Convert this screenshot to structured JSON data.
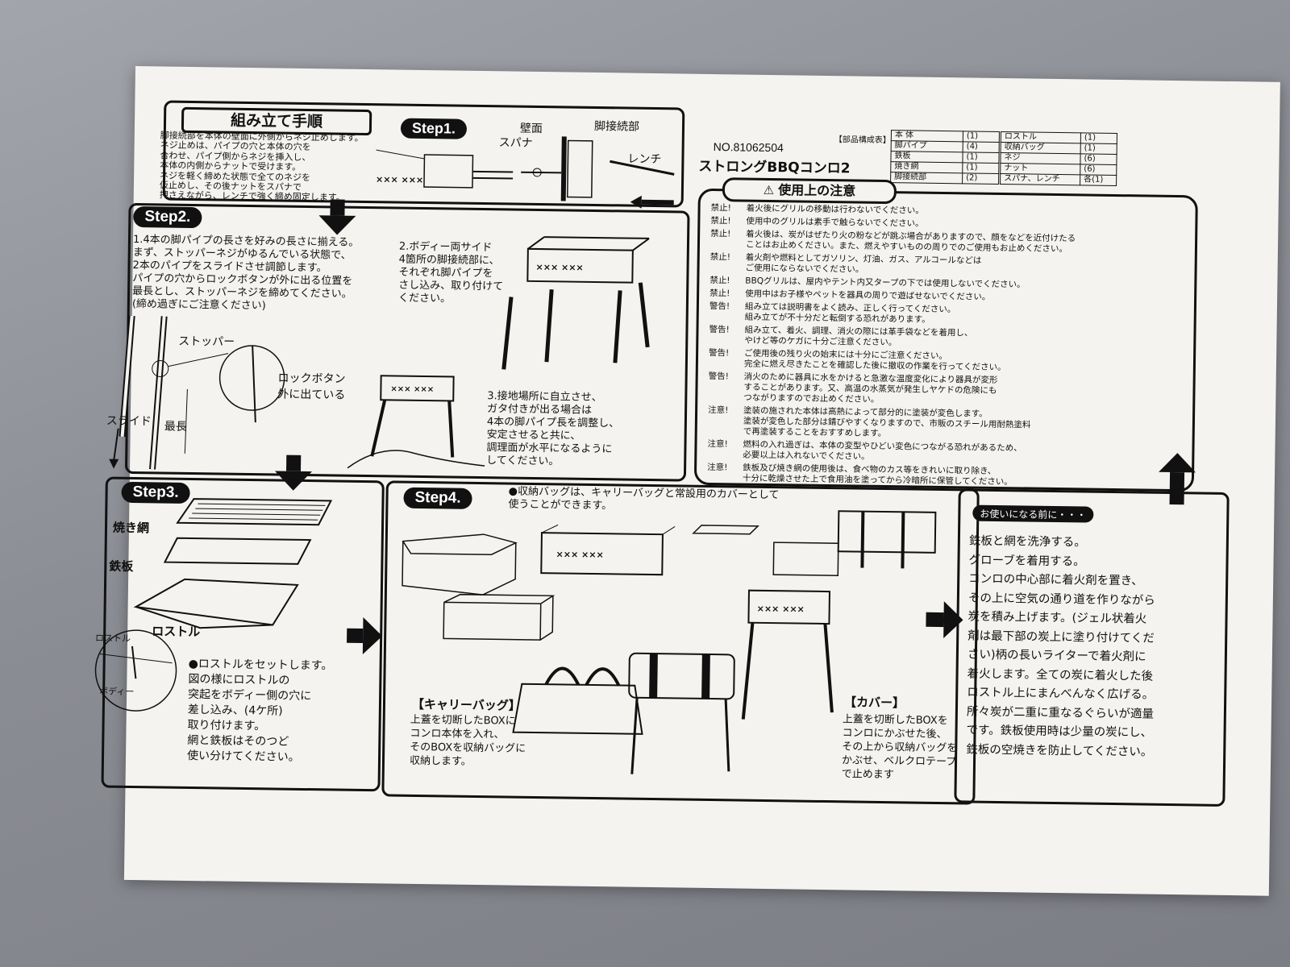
{
  "header": {
    "assembly_title": "組み立て手順",
    "model_no": "NO.81062504",
    "product_name": "ストロングBBQコンロ2"
  },
  "parts_table": {
    "label": "【部品構成表】",
    "left": [
      {
        "name": "本 体",
        "qty": "(1)"
      },
      {
        "name": "脚パイプ",
        "qty": "(4)"
      },
      {
        "name": "鉄板",
        "qty": "(1)"
      },
      {
        "name": "焼き網",
        "qty": "(1)"
      },
      {
        "name": "脚接続部",
        "qty": "(2)"
      }
    ],
    "right": [
      {
        "name": "ロストル",
        "qty": "(1)"
      },
      {
        "name": "収納バッグ",
        "qty": "(1)"
      },
      {
        "name": "ネジ",
        "qty": "(6)"
      },
      {
        "name": "ナット",
        "qty": "(6)"
      },
      {
        "name": "スパナ、レンチ",
        "qty": "各(1)"
      }
    ]
  },
  "step1": {
    "label": "Step1.",
    "text": "脚接続部を本体の壁面に外側からネジ止めします。\nネジ止めは、パイプの穴と本体の穴を\n合わせ、パイプ側からネジを挿入し、\n本体の内側からナットで受けます。\nネジを軽く締めた状態で全てのネジを\n仮止めし、その後ナットをスパナで\n押さえながら、レンチで強く締め固定します。",
    "wall": "壁面",
    "leg_joint": "脚接続部",
    "spanner": "スパナ",
    "wrench": "レンチ"
  },
  "step2": {
    "label": "Step2.",
    "text1": "1.4本の脚パイプの長さを好みの長さに揃える。\nまず、ストッパーネジがゆるんでいる状態で、\n2本のパイプをスライドさせ調節します。\nパイプの穴からロックボタンが外に出る位置を\n最長とし、ストッパーネジを締めてください。\n(締め過ぎにご注意ください)",
    "stopper": "ストッパー",
    "lock_button": "ロックボタン",
    "outside": "外に出ている",
    "slide": "スライド",
    "longest": "最長",
    "text2": "2.ボディー両サイド\n4箇所の脚接続部に、\nそれぞれ脚パイプを\nさし込み、取り付けて\nください。",
    "text3": "3.接地場所に自立させ、\nガタ付きが出る場合は\n4本の脚パイプ長を調整し、\n安定させると共に、\n調理面が水平になるように\nしてください。"
  },
  "step3": {
    "label": "Step3.",
    "grill_net": "焼き網",
    "iron_plate": "鉄板",
    "rostle": "ロストル",
    "rostle_small": "ロストル",
    "body": "ボディー",
    "text": "●ロストルをセットします。\n図の様にロストルの\n突起をボディー側の穴に\n差し込み、(4ケ所)\n取り付けます。\n網と鉄板はそのつど\n使い分けてください。"
  },
  "step4": {
    "label": "Step4.",
    "intro": "●収納バッグは、キャリーバッグと常設用のカバーとして\n使うことができます。",
    "carry_title": "【キャリーバッグ】",
    "carry_text": "上蓋を切断したBOXに\nコンロ本体を入れ、\nそのBOXを収納バッグに\n収納します。",
    "cover_title": "【カバー】",
    "cover_text": "上蓋を切断したBOXを\nコンロにかぶせた後、\nその上から収納バッグを\nかぶせ、ベルクロテープ\nで止めます"
  },
  "caution": {
    "title": "使用上の注意",
    "rows": [
      {
        "tag": "禁止!",
        "text": "着火後にグリルの移動は行わないでください。"
      },
      {
        "tag": "禁止!",
        "text": "使用中のグリルは素手で触らないでください。"
      },
      {
        "tag": "禁止!",
        "text": "着火後は、炭がはぜたり火の粉などが跳ぶ場合がありますので、顔をなどを近付けたる\nことはお止めください。また、燃えやすいものの周りでのご使用もお止めください。"
      },
      {
        "tag": "禁止!",
        "text": "着火剤や燃料としてガソリン、灯油、ガス、アルコールなどは\nご使用にならないでください。"
      },
      {
        "tag": "禁止!",
        "text": "BBQグリルは、屋内やテント内又タープの下では使用しないでください。"
      },
      {
        "tag": "禁止!",
        "text": "使用中はお子様やペットを器具の周りで遊ばせないでください。"
      },
      {
        "tag": "警告!",
        "text": "組み立ては説明書をよく読み、正しく行ってください。\n組み立てが不十分だと転倒する恐れがあります。"
      },
      {
        "tag": "警告!",
        "text": "組み立て、着火、調理、消火の際には革手袋などを着用し、\nやけど等のケガに十分ご注意ください。"
      },
      {
        "tag": "警告!",
        "text": "ご使用後の残り火の始末には十分にご注意ください。\n完全に燃え尽きたことを確認した後に撤収の作業を行ってください。"
      },
      {
        "tag": "警告!",
        "text": "消火のために器具に水をかけると急激な温度変化により器具が変形\nすることがあります。又、高温の水蒸気が発生しヤケドの危険にも\nつながりますのでお止めください。"
      },
      {
        "tag": "注意!",
        "text": "塗装の施された本体は高熱によって部分的に塗装が変色します。\n塗装が変色した部分は錆びやすくなりますので、市販のスチール用耐熱塗料\nで再塗装することをおすすめします。"
      },
      {
        "tag": "注意!",
        "text": "燃料の入れ過ぎは、本体の変型やひどい変色につながる恐れがあるため、\n必要以上は入れないでください。"
      },
      {
        "tag": "注意!",
        "text": "鉄板及び焼き網の使用後は、食べ物のカス等をきれいに取り除き、\n十分に乾燥させた上で食用油を塗ってから冷暗所に保管してください。"
      }
    ]
  },
  "before_use": {
    "title": "お使いになる前に・・・",
    "text": "鉄板と網を洗浄する。\nグローブを着用する。\nコンロの中心部に着火剤を置き、\nその上に空気の通り道を作りながら\n炭を積み上げます。(ジェル状着火\n剤は最下部の炭上に塗り付けてくだ\nさい)柄の長いライターで着火剤に\n着火します。全ての炭に着火した後\nロストル上にまんべんなく広げる。\n所々炭が二重に重なるぐらいが適量\nです。鉄板使用時は少量の炭にし、\n鉄板の空焼きを防止してください。"
  },
  "box_marks": "××× ×××"
}
